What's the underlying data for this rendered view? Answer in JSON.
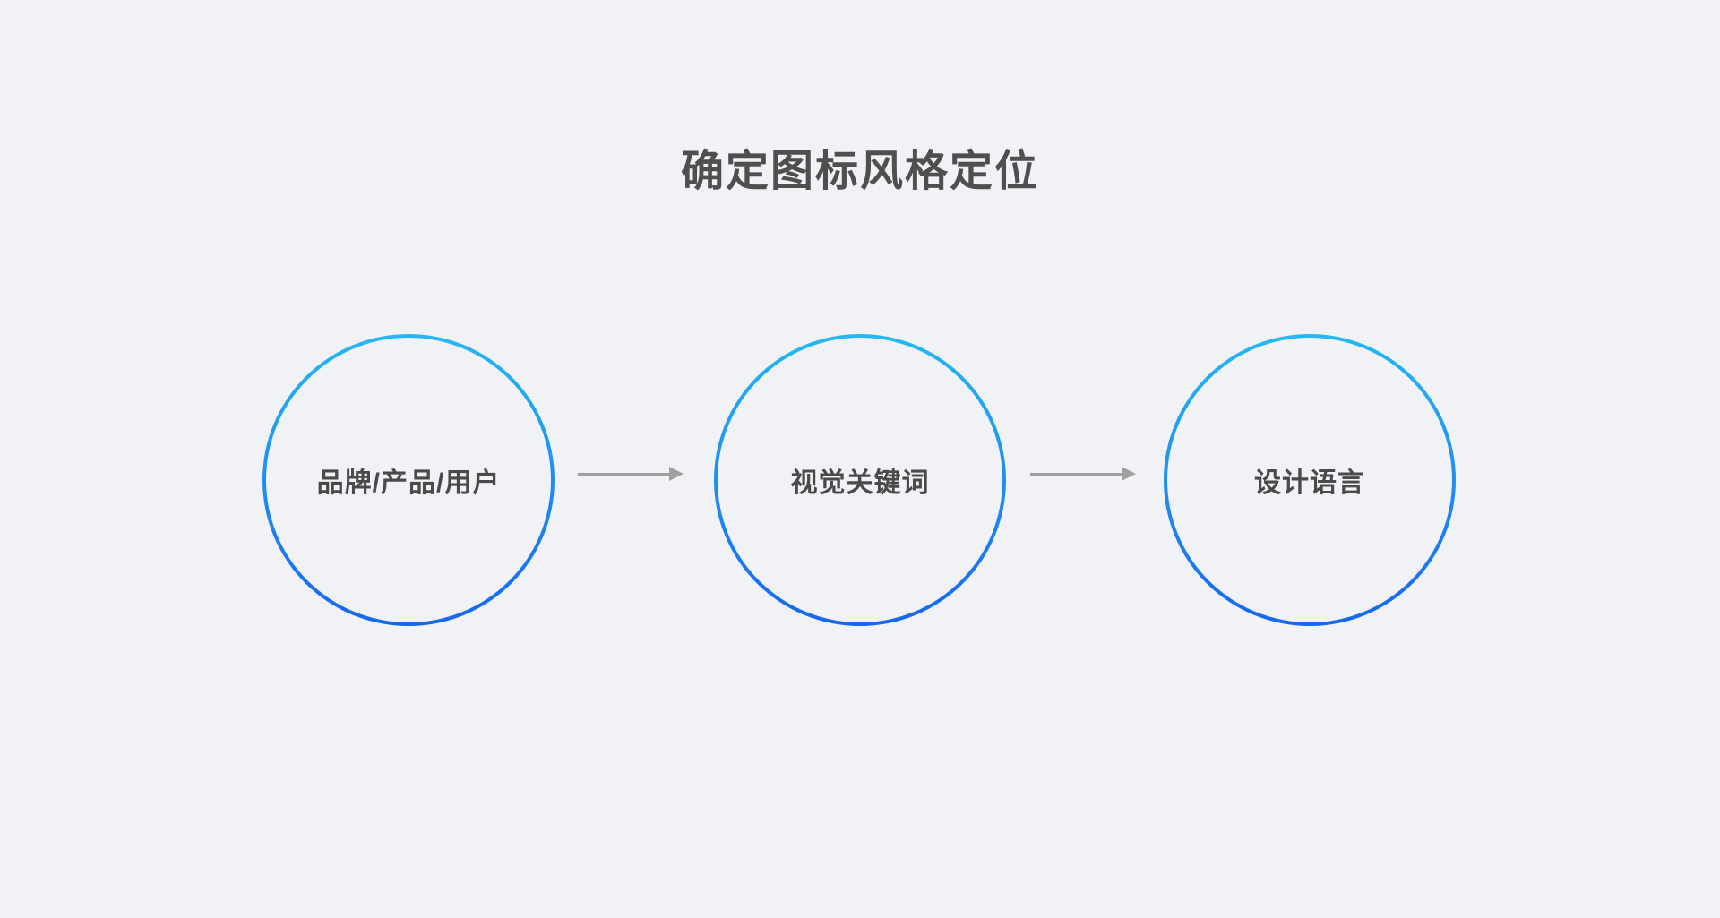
{
  "title": "确定图标风格定位",
  "nodes": [
    {
      "label": "品牌/产品/用户"
    },
    {
      "label": "视觉关键词"
    },
    {
      "label": "设计语言"
    }
  ],
  "flow": {
    "direction": "left-to-right",
    "connections": [
      {
        "from": "品牌/产品/用户",
        "to": "视觉关键词",
        "connector": "arrow"
      },
      {
        "from": "视觉关键词",
        "to": "设计语言",
        "connector": "arrow"
      }
    ]
  },
  "colors": {
    "background": "#f1f2f6",
    "title-text": "#4f4f4f",
    "node-label": "#4a4a4a",
    "circle-gradient-top": "#26b8f2",
    "circle-gradient-bottom": "#1766f0",
    "arrow": "#a0a0a0"
  }
}
